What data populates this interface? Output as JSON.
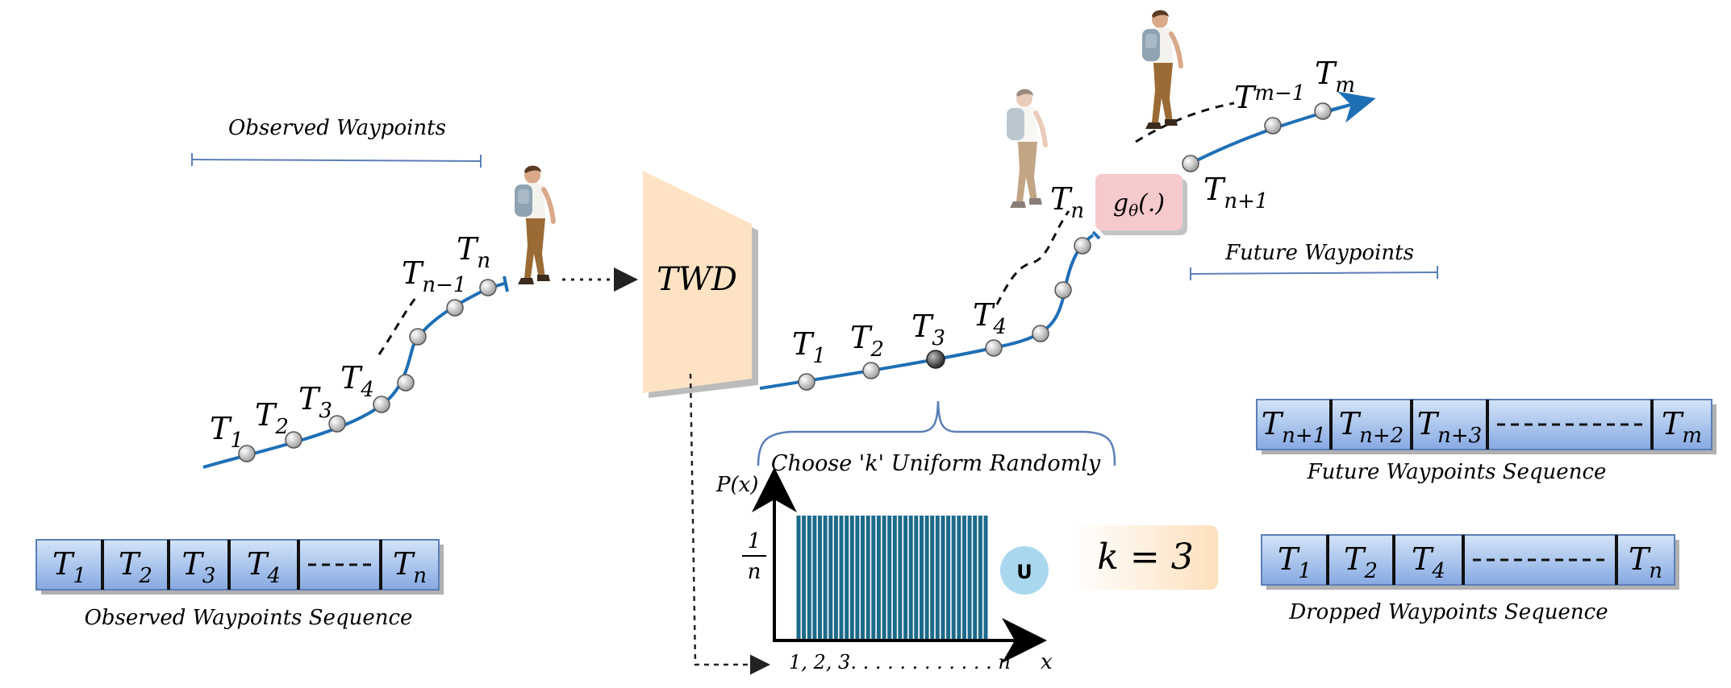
{
  "captions": {
    "observed_waypoints": "Observed Waypoints",
    "future_waypoints": "Future Waypoints",
    "observed_sequence": "Observed Waypoints Sequence",
    "future_sequence": "Future Waypoints Sequence",
    "dropped_sequence": "Dropped Waypoints Sequence",
    "choose_k": "Choose 'k' Uniform Randomly"
  },
  "twd_label": "TWD",
  "g_label": "g",
  "g_sub": "θ",
  "g_args": "(.)",
  "uniform_badge": "U",
  "k_equation": "k = 3",
  "axis": {
    "y_label": "P(x)",
    "x_label": "x",
    "frac_num": "1",
    "frac_den": "n",
    "x_ticks": "1, 2, 3. . . . . . . . . . . . n"
  },
  "left_traj_labels": [
    {
      "base": "T",
      "sub": "1"
    },
    {
      "base": "T",
      "sub": "2"
    },
    {
      "base": "T",
      "sub": "3"
    },
    {
      "base": "T",
      "sub": "4"
    },
    {
      "base": "T",
      "sub": "n−1"
    },
    {
      "base": "T",
      "sub": "n"
    }
  ],
  "right_traj_labels": [
    {
      "base": "T",
      "sub": "1"
    },
    {
      "base": "T",
      "sub": "2"
    },
    {
      "base": "T",
      "sub": "3"
    },
    {
      "base": "T",
      "sub": "4"
    },
    {
      "base": "T",
      "sub": "n"
    },
    {
      "base": "T",
      "sub": "n+1"
    },
    {
      "base": "T",
      "sub": "m−1"
    },
    {
      "base": "T",
      "sub": "m"
    }
  ],
  "observed_cells": [
    {
      "base": "T",
      "sub": "1"
    },
    {
      "base": "T",
      "sub": "2"
    },
    {
      "base": "T",
      "sub": "3"
    },
    {
      "base": "T",
      "sub": "4"
    },
    {
      "base": "",
      "sub": ""
    },
    {
      "base": "T",
      "sub": "n"
    }
  ],
  "future_cells": [
    {
      "base": "T",
      "sub": "n+1"
    },
    {
      "base": "T",
      "sub": "n+2"
    },
    {
      "base": "T",
      "sub": "n+3"
    },
    {
      "base": "",
      "sub": ""
    },
    {
      "base": "T",
      "sub": "m"
    }
  ],
  "dropped_cells": [
    {
      "base": "T",
      "sub": "1"
    },
    {
      "base": "T",
      "sub": "2"
    },
    {
      "base": "T",
      "sub": "4"
    },
    {
      "base": "",
      "sub": ""
    },
    {
      "base": "T",
      "sub": "n"
    }
  ],
  "uniform_bar_count": 36,
  "colors": {
    "trajectory": "#1f6fb5",
    "twd_fill": "#fde3c4",
    "g_box": "#f6c9cc",
    "seq_cell_top": "#c9dcf6",
    "seq_cell_bottom": "#8fb1e6",
    "bars": "#1c6a8c",
    "badge": "#a9d7ee"
  }
}
